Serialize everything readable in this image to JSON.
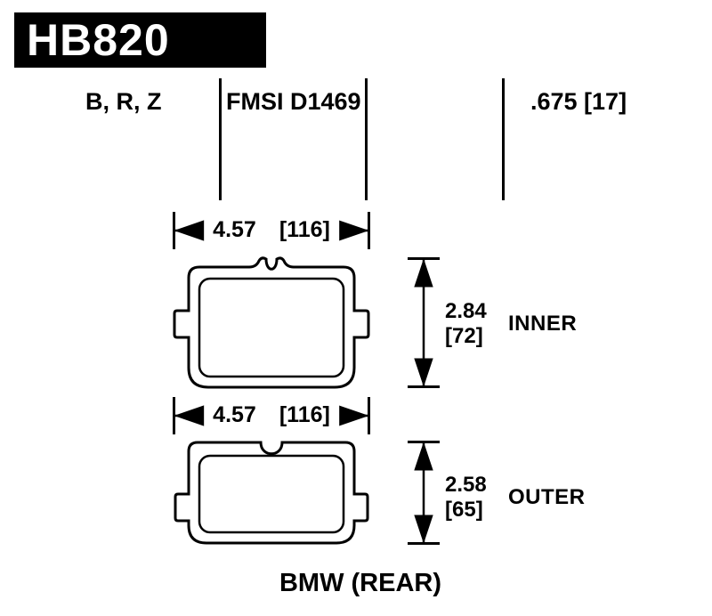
{
  "title": {
    "part_number": "HB820"
  },
  "spec_row": {
    "compounds": "B, R, Z",
    "fmsi": "FMSI D1469",
    "pad_thickness": ".675 [17]"
  },
  "pads": [
    {
      "width_in": "4.57",
      "width_mm": "[116]",
      "height_in": "2.84",
      "height_mm": "[72]",
      "position_label": "INNER"
    },
    {
      "width_in": "4.57",
      "width_mm": "[116]",
      "height_in": "2.58",
      "height_mm": "[65]",
      "position_label": "OUTER"
    }
  ],
  "footer": {
    "application": "BMW (REAR)"
  },
  "colors": {
    "ink": "#000000",
    "paper": "#ffffff"
  }
}
